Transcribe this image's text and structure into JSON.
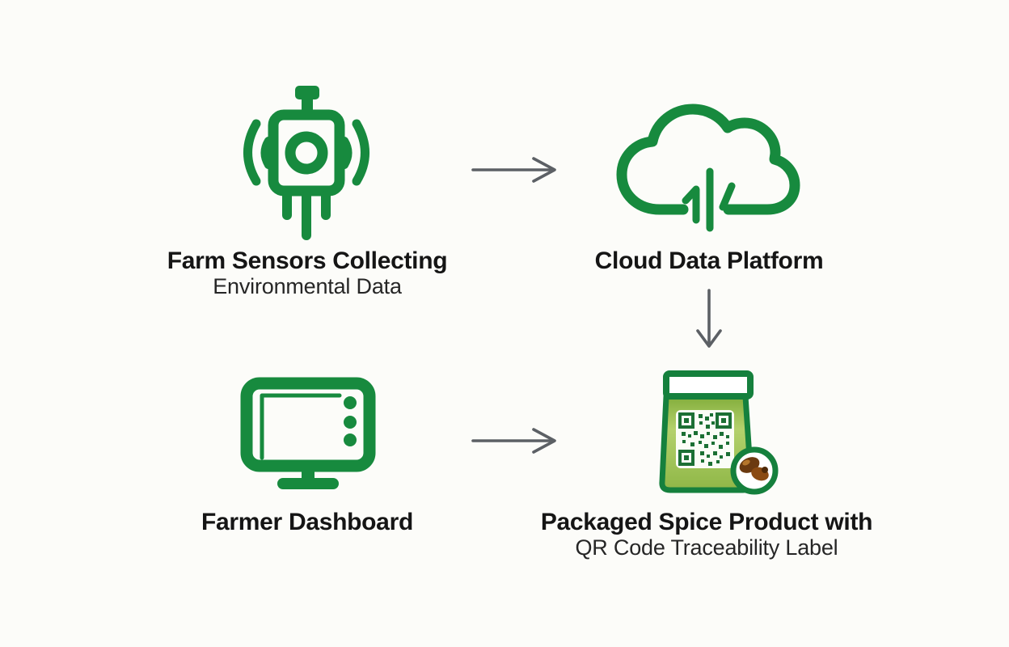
{
  "page": {
    "background": "#fcfcf9"
  },
  "colors": {
    "bg": "#fcfcf9",
    "green": "#178a3e",
    "green_dark": "#15803d",
    "qr": "#1c7034",
    "arrow": "#5c6065",
    "text": "#151515",
    "text_soft": "#262626",
    "bag_top": "#82ad3b",
    "bag_mid": "#b4d16c",
    "bag_bottom": "#8fb747",
    "spice_brown": "#8a4a12",
    "spice_brown_dark": "#4f2a08",
    "spice_brown_light": "#b5762c"
  },
  "nodes": {
    "sensors": {
      "icon": "farm-sensor-icon",
      "title": "Farm Sensors Collecting",
      "subtitle": "Environmental Data"
    },
    "cloud": {
      "icon": "cloud-data-icon",
      "title": "Cloud Data Platform"
    },
    "dashboard": {
      "icon": "monitor-icon",
      "title": "Farmer Dashboard"
    },
    "package": {
      "icon": "spice-package-icon",
      "title": "Packaged Spice Product with",
      "subtitle": "QR Code Traceability Label"
    }
  },
  "connections": [
    {
      "from": "sensors",
      "to": "cloud",
      "direction": "right"
    },
    {
      "from": "cloud",
      "to": "package",
      "direction": "down"
    },
    {
      "from": "dashboard",
      "to": "package",
      "direction": "right"
    }
  ]
}
